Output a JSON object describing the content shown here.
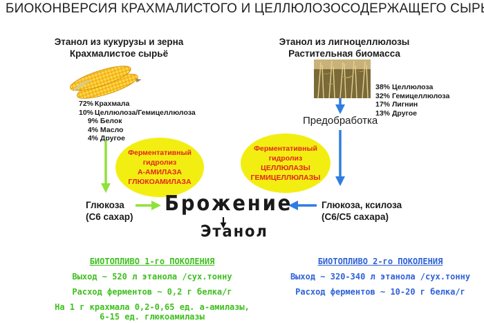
{
  "title": "БИОКОНВЕРСИЯ КРАХМАЛИСТОГО И ЦЕЛЛЮЛОЗОСОДЕРЖАЩЕГО СЫРЬЯ",
  "left": {
    "header_line1": "Этанол из кукурузы и зерна",
    "header_line2": "Крахмалистое сырьё",
    "composition": [
      {
        "pct": "72%",
        "name": "Крахмала"
      },
      {
        "pct": "10%",
        "name": "Целлюлоза/Гемицеллюлоза"
      },
      {
        "pct": "9%",
        "name": "Белок"
      },
      {
        "pct": "4%",
        "name": "Масло"
      },
      {
        "pct": "4%",
        "name": "Другое"
      }
    ],
    "ellipse": [
      "Ферментативный",
      "гидролиз",
      "А-АМИЛАЗА",
      "ГЛЮКОАМИЛАЗА"
    ],
    "sugar_line1": "Глюкоза",
    "sugar_line2": "(С6 сахар)",
    "biofuel": {
      "heading": "БИОТОПЛИВО 1-го ПОКОЛЕНИЯ",
      "lines": [
        "Выход ~ 520 л этанола /сух.тонну",
        "Расход ферментов ~ 0,2 г белка/г",
        "На 1 г крахмала 0,2-0,65 ед. а-амилазы,",
        "6-15 ед. глюкоамилазы"
      ]
    }
  },
  "right": {
    "header_line1": "Этанол из лигноцеллюлозы",
    "header_line2": "Растительная биомасса",
    "composition": [
      {
        "pct": "38%",
        "name": "Целлюлоза"
      },
      {
        "pct": "32%",
        "name": "Гемицеллюлоза"
      },
      {
        "pct": "17%",
        "name": "Лигнин"
      },
      {
        "pct": "13%",
        "name": "Другое"
      }
    ],
    "pretreatment": "Предобработка",
    "ellipse": [
      "Ферментативный",
      "гидролиз",
      "ЦЕЛЛЮЛАЗЫ",
      "ГЕМИЦЕЛЛЮЛАЗЫ"
    ],
    "sugar_line1": "Глюкоза, ксилоза",
    "sugar_line2": "(С6/С5 сахара)",
    "biofuel": {
      "heading": "БИОТОПЛИВО 2-го ПОКОЛЕНИЯ",
      "lines": [
        "Выход ~ 320-340 л этанола /сух.тонну",
        "Расход ферментов ~ 10-20 г белка/г"
      ]
    }
  },
  "center": {
    "fermentation": "Брожение",
    "ethanol": "Этанол"
  },
  "colors": {
    "green_arrow": "#8fe23a",
    "blue_arrow": "#2f7de0",
    "ellipse_fill": "#f3ee12",
    "ellipse_text": "#e2261c",
    "green_text": "#3fbf1f",
    "blue_text": "#2f62d9"
  }
}
